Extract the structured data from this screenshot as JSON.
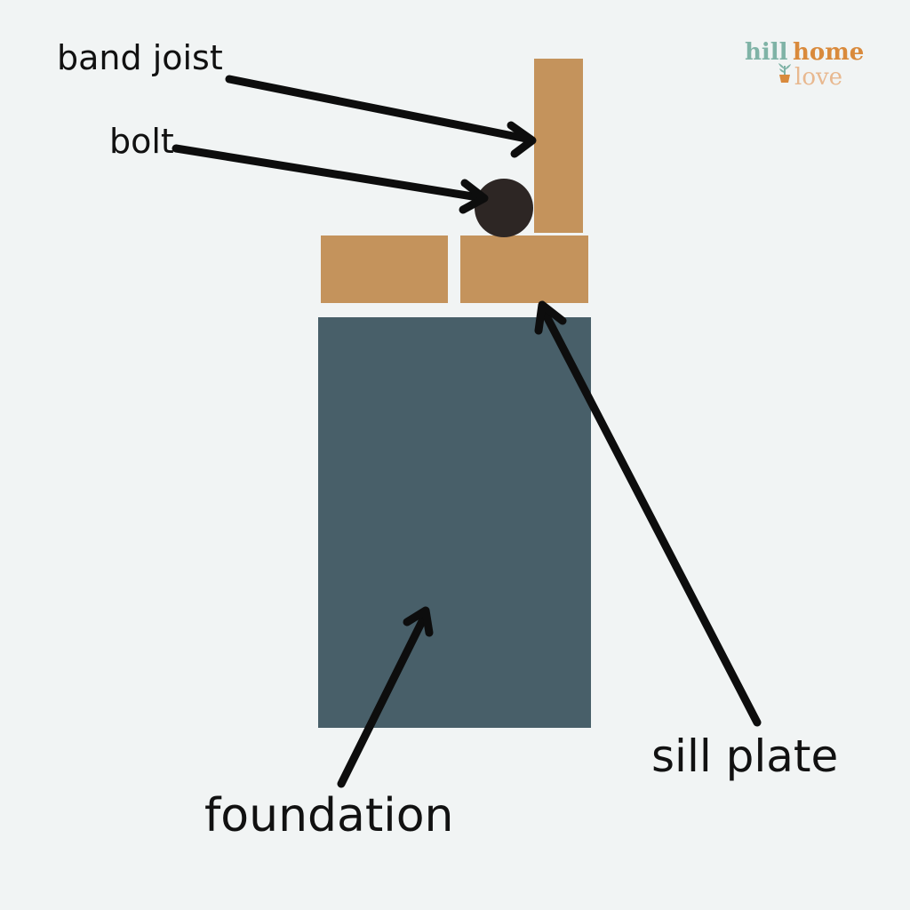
{
  "labels": {
    "band_joist": "band joist",
    "bolt": "bolt",
    "sill_plate": "sill plate",
    "foundation": "foundation"
  },
  "logo": {
    "word1": "hill",
    "word2": "home",
    "word3": "love"
  },
  "colors": {
    "background": "#f1f4f4",
    "wood": "#c4935c",
    "foundation": "#485f69",
    "bolt": "#2d2624",
    "arrow": "#0d0d0d",
    "text": "#111111",
    "logo_green": "#7fb3a6",
    "logo_orange": "#d98a3c",
    "logo_peach": "#e8b88f"
  }
}
